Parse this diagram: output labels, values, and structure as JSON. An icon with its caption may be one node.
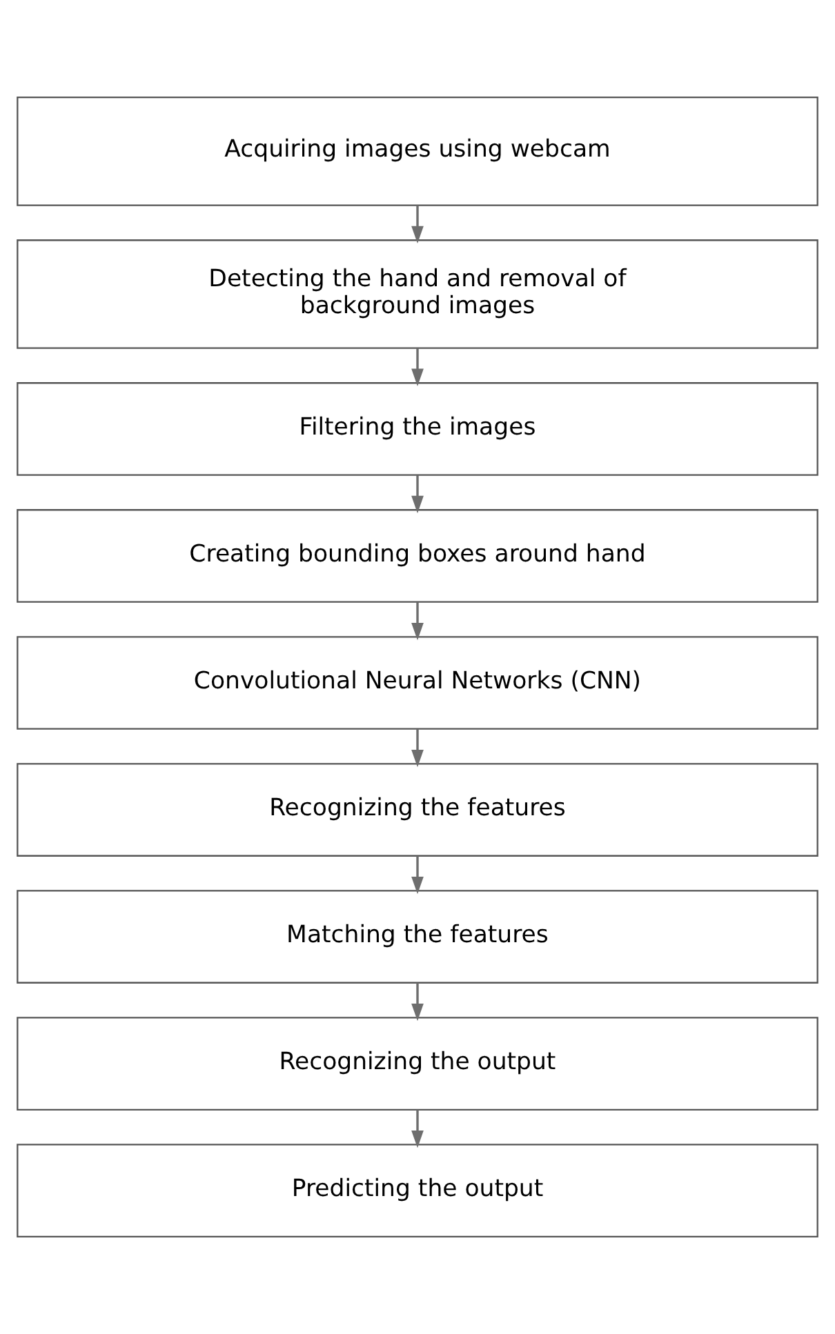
{
  "diagram": {
    "nodes": [
      {
        "text": [
          "Acquiring images using webcam"
        ]
      },
      {
        "text": [
          "Detecting the hand and removal of background images"
        ]
      },
      {
        "text": [
          "Filtering the images"
        ]
      },
      {
        "text": [
          "Creating bounding boxes around hand"
        ]
      },
      {
        "text": [
          "Convolutional Neural Networks (CNN)"
        ]
      },
      {
        "text": [
          "Recognizing the features"
        ]
      },
      {
        "text": [
          "Matching the features"
        ]
      },
      {
        "text": [
          "Recognizing the output"
        ]
      },
      {
        "text": [
          "Predicting the output"
        ]
      }
    ],
    "edges": [
      {
        "from": 0,
        "to": 1,
        "arrow": "to"
      },
      {
        "from": 1,
        "to": 2,
        "arrow": "to"
      },
      {
        "from": 2,
        "to": 3,
        "arrow": "to"
      },
      {
        "from": 3,
        "to": 4,
        "arrow": "to"
      },
      {
        "from": 4,
        "to": 5,
        "arrow": "to"
      },
      {
        "from": 5,
        "to": 6,
        "arrow": "to"
      },
      {
        "from": 6,
        "to": 7,
        "arrow": "to"
      },
      {
        "from": 7,
        "to": 8,
        "arrow": "to"
      }
    ]
  }
}
